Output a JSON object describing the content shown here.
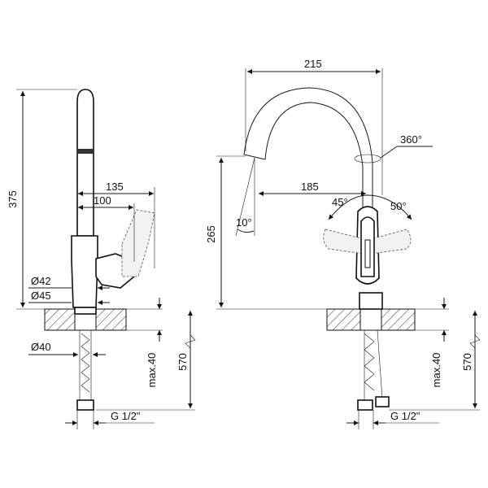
{
  "side_view": {
    "height_total": "375",
    "reach_135": "135",
    "reach_100": "100",
    "diam_42": "Ø42",
    "diam_45": "Ø45",
    "diam_40": "Ø40",
    "max_40": "max.40",
    "hose_570": "570",
    "thread": "G 1/2\""
  },
  "front_view": {
    "width_215": "215",
    "swivel": "360°",
    "spout_185": "185",
    "angle_45": "45°",
    "angle_50": "50°",
    "angle_10": "10°",
    "height_265": "265",
    "max_40": "max.40",
    "hose_570": "570",
    "thread": "G 1/2\""
  }
}
